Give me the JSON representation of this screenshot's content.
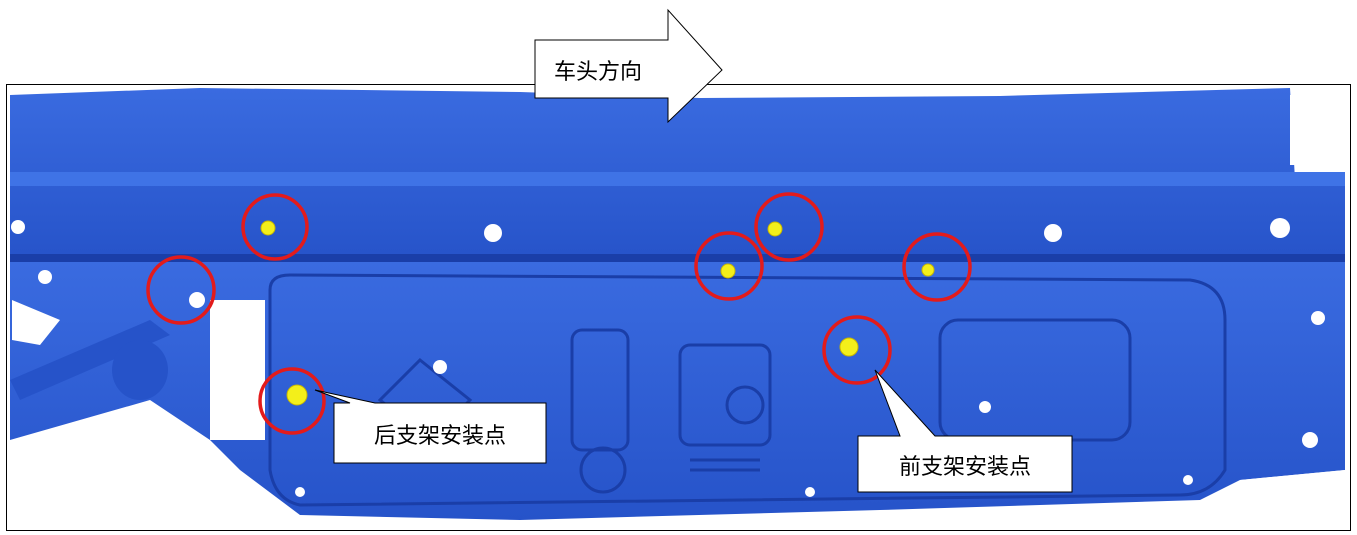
{
  "arrow": {
    "label": "车头方向"
  },
  "callouts": [
    {
      "id": "rear",
      "label": "后支架安装点"
    },
    {
      "id": "front",
      "label": "前支架安装点"
    }
  ],
  "colors": {
    "scan": "#2e5fd6",
    "scan_dark": "#1d44b0",
    "highlight": "#e31b1b",
    "bolt": "#f3ef1a"
  }
}
